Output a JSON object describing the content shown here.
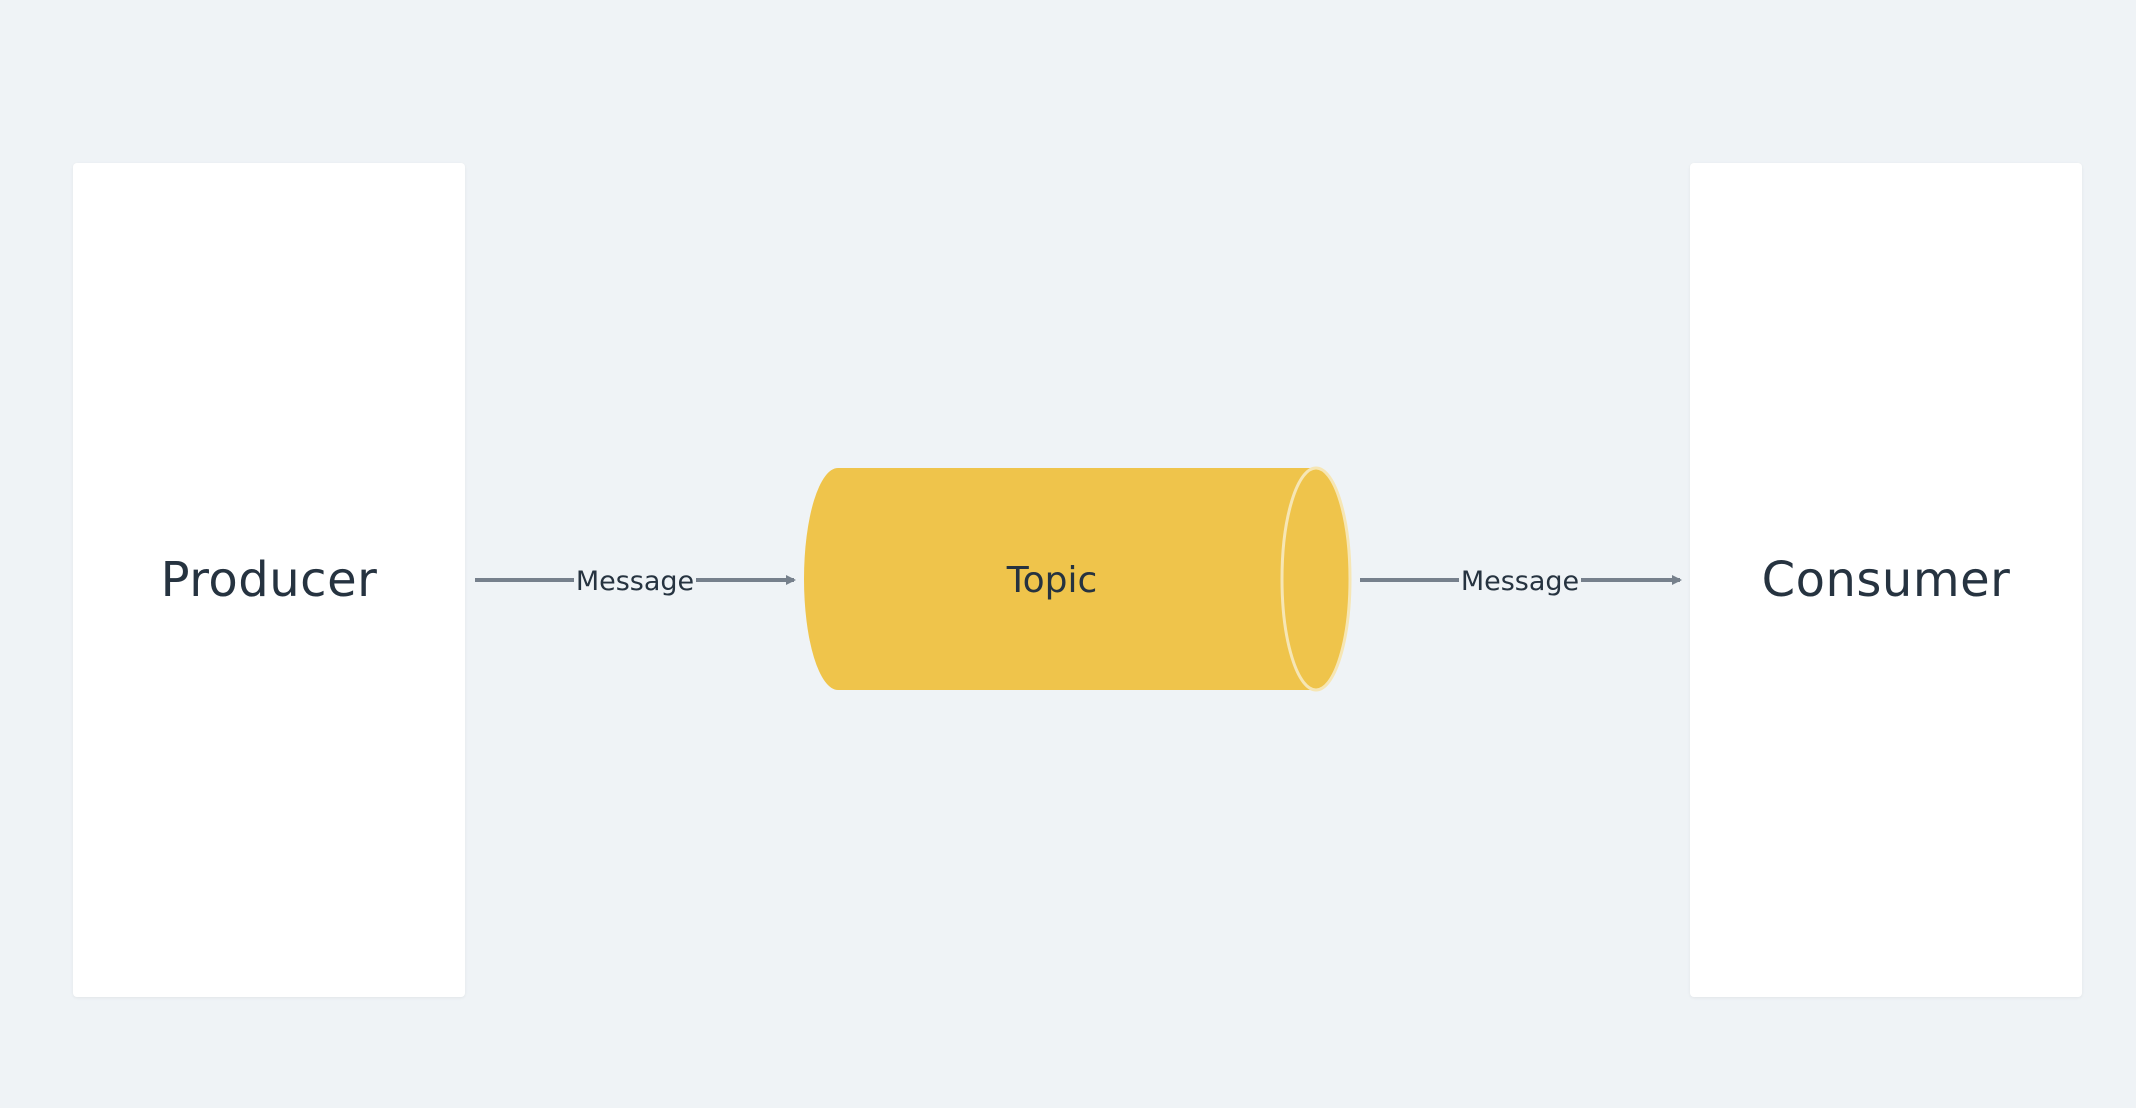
{
  "nodes": {
    "producer": {
      "label": "Producer"
    },
    "topic": {
      "label": "Topic"
    },
    "consumer": {
      "label": "Consumer"
    }
  },
  "edges": [
    {
      "from": "producer",
      "to": "topic",
      "label": "Message"
    },
    {
      "from": "topic",
      "to": "consumer",
      "label": "Message"
    }
  ],
  "colors": {
    "background": "#eff3f6",
    "box": "#ffffff",
    "topic_fill": "#efc44b",
    "arrow": "#76808c",
    "text": "#263340"
  }
}
